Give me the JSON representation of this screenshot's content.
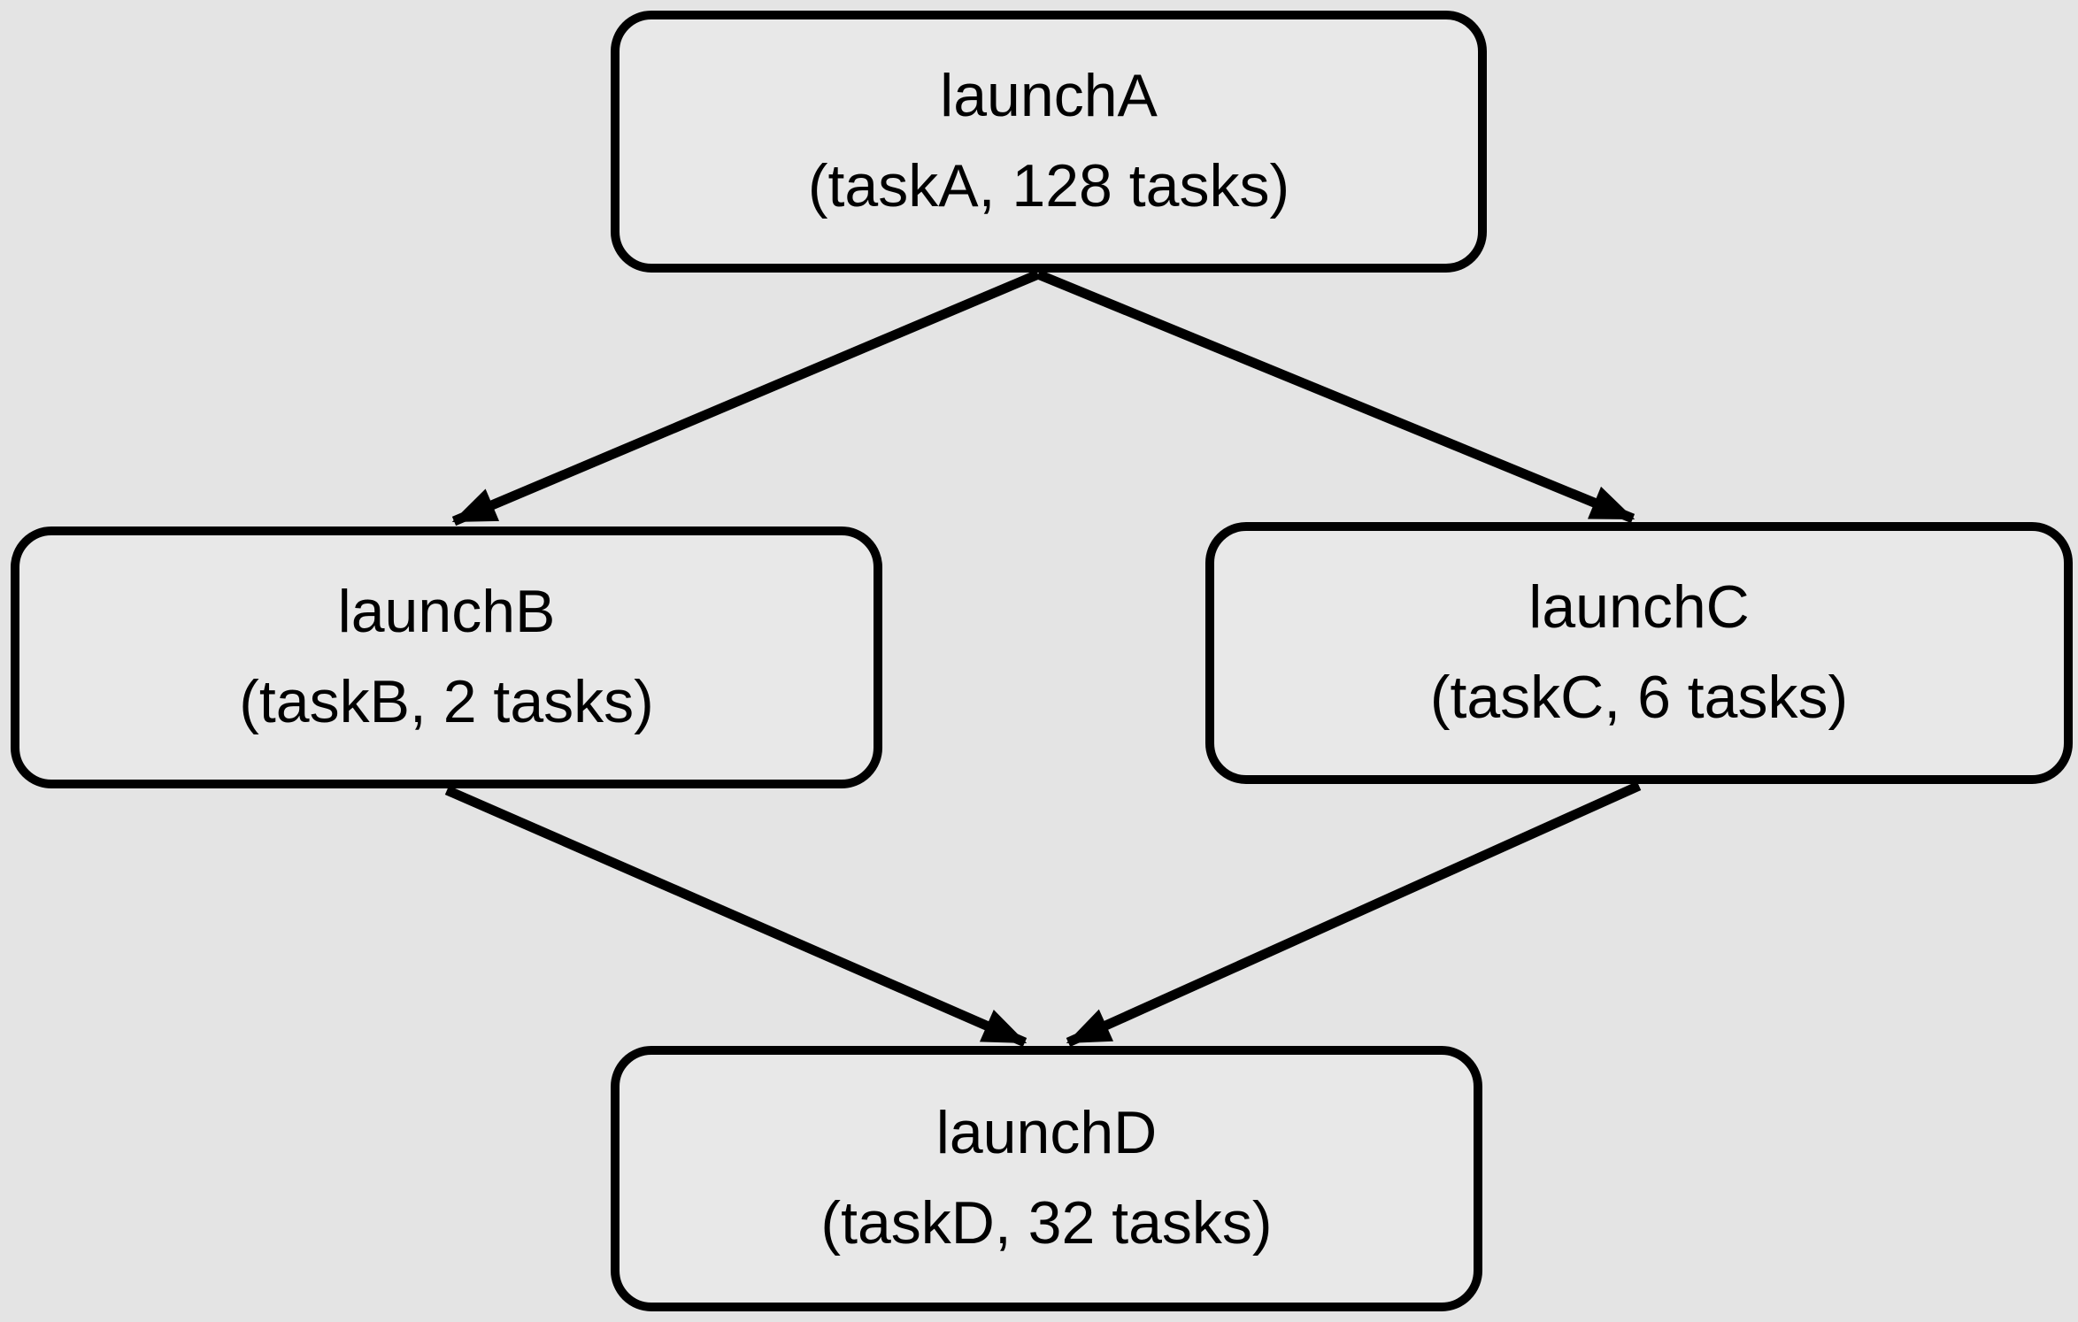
{
  "diagram": {
    "type": "dag",
    "background_color": "#e4e4e4",
    "node_fill_color": "#e8e8e8",
    "node_border_color": "#000000",
    "edge_color": "#000000"
  },
  "nodes": [
    {
      "id": "launchA",
      "title": "launchA",
      "subtitle": "(taskA, 128 tasks)",
      "task": "taskA",
      "task_count": 128
    },
    {
      "id": "launchB",
      "title": "launchB",
      "subtitle": "(taskB, 2 tasks)",
      "task": "taskB",
      "task_count": 2
    },
    {
      "id": "launchC",
      "title": "launchC",
      "subtitle": "(taskC, 6 tasks)",
      "task": "taskC",
      "task_count": 6
    },
    {
      "id": "launchD",
      "title": "launchD",
      "subtitle": "(taskD, 32 tasks)",
      "task": "taskD",
      "task_count": 32
    }
  ],
  "edges": [
    {
      "from": "launchA",
      "to": "launchB"
    },
    {
      "from": "launchA",
      "to": "launchC"
    },
    {
      "from": "launchB",
      "to": "launchD"
    },
    {
      "from": "launchC",
      "to": "launchD"
    }
  ]
}
